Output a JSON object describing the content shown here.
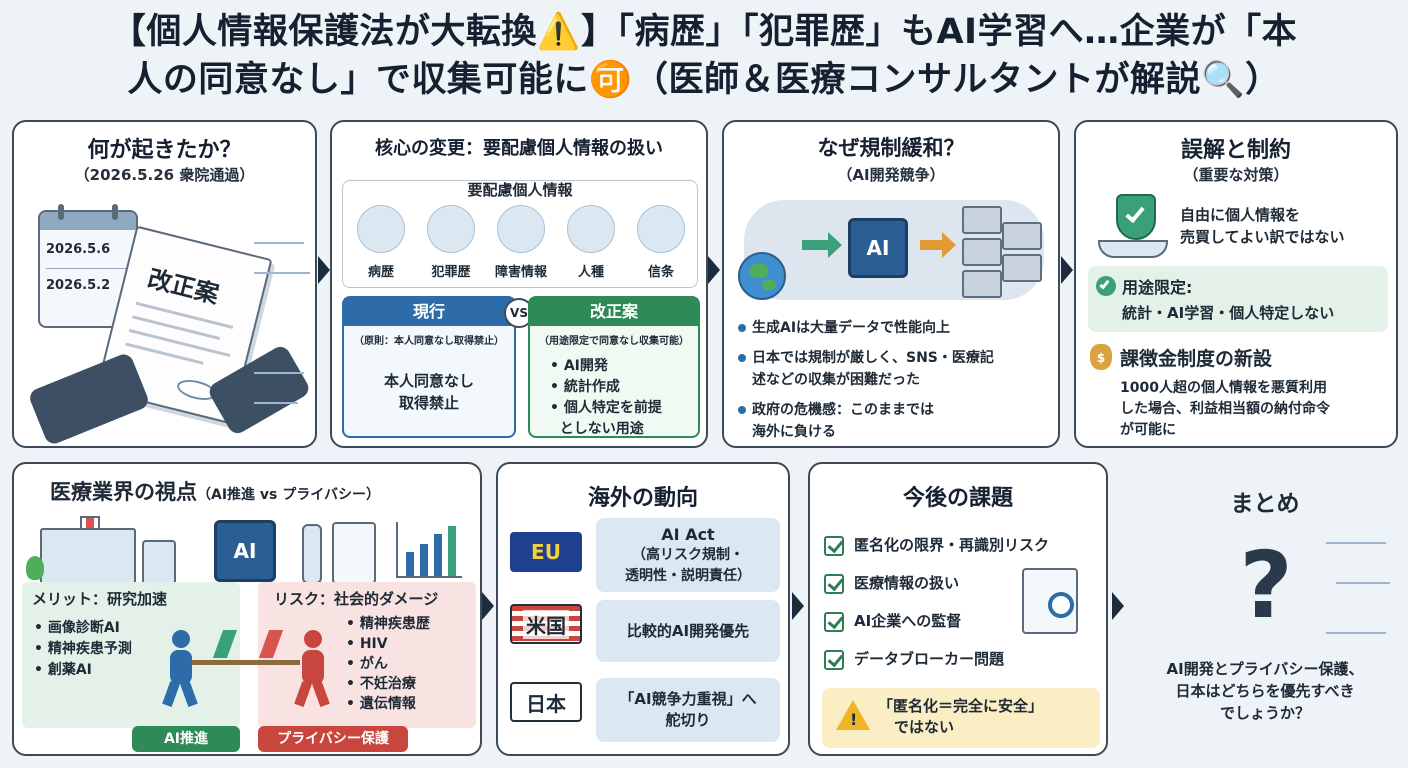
{
  "title": {
    "line1": "【個人情報保護法が大転換⚠️】「病歴」「犯罪歴」もAI学習へ…企業が「本",
    "line2": "人の同意なし」で収集可能に🉑（医師＆医療コンサルタントが解説🔍）"
  },
  "panel1": {
    "title": "何が起きたか？",
    "subtitle": "（2026.5.26 衆院通過）",
    "date1": "2026.5.6",
    "date2": "2026.5.2",
    "doc_label": "改正案"
  },
  "panel2": {
    "title": "核心の変更：要配慮個人情報の扱い",
    "category_header": "要配慮個人情報",
    "categories": [
      "病歴",
      "犯罪歴",
      "障害情報",
      "人種",
      "信条"
    ],
    "current_title": "現行",
    "current_note": "（原則：本人同意なし取得禁止）",
    "current_body": [
      "本人同意なし",
      "取得禁止"
    ],
    "vs": "VS",
    "new_title": "改正案",
    "new_note": "（用途限定で同意なし収集可能）",
    "new_items": [
      "AI開発",
      "統計作成",
      "個人特定を前提",
      "としない用途"
    ]
  },
  "panel3": {
    "title": "なぜ規制緩和？",
    "subtitle": "（AI開発競争）",
    "chip": "AI",
    "bullets": [
      [
        "生成AIは大量データで性能向上"
      ],
      [
        "日本では規制が厳しく、SNS・医療記",
        "述などの収集が困難だった"
      ],
      [
        "政府の危機感：このままでは",
        "海外に負ける"
      ]
    ]
  },
  "panel4": {
    "title": "誤解と制約",
    "subtitle": "（重要な対策）",
    "shield_text": [
      "自由に個人情報を",
      "売買してよい訳ではない"
    ],
    "limit_title": "用途限定:",
    "limit_body": "統計・AI学習・個人特定しない",
    "fine_title": "課徴金制度の新設",
    "fine_body": [
      "1000人超の個人情報を悪質利用",
      "した場合、利益相当額の納付命令",
      "が可能に"
    ]
  },
  "panel5": {
    "title": "医療業界の視点",
    "title_suffix": "（AI推進 vs プライバシー）",
    "chip": "AI",
    "merit_title": "メリット：研究加速",
    "merit_items": [
      "画像診断AI",
      "精神疾患予測",
      "創薬AI"
    ],
    "risk_title": "リスク：社会的ダメージ",
    "risk_items": [
      "精神疾患歴",
      "HIV",
      "がん",
      "不妊治療",
      "遺伝情報"
    ],
    "label_ai": "AI推進",
    "label_privacy": "プライバシー保護"
  },
  "panel6": {
    "title": "海外の動向",
    "rows": [
      {
        "flag": "EU",
        "lines": [
          "AI Act",
          "（高リスク規制・",
          "透明性・説明責任）"
        ]
      },
      {
        "flag": "米国",
        "lines": [
          "比較的AI開発優先"
        ]
      },
      {
        "flag": "日本",
        "lines": [
          "「AI競争力重視」へ",
          "舵切り"
        ]
      }
    ]
  },
  "panel7": {
    "title": "今後の課題",
    "items": [
      "匿名化の限界・再識別リスク",
      "医療情報の扱い",
      "AI企業への監督",
      "データブローカー問題"
    ],
    "warning": [
      "「匿名化＝完全に安全」",
      "ではない"
    ]
  },
  "summary": {
    "title": "まとめ",
    "qmark": "?",
    "question": [
      "AI開発とプライバシー保護、",
      "日本はどちらを優先すべき",
      "でしょうか？"
    ]
  },
  "colors": {
    "accent_blue": "#2d6ca8",
    "accent_green": "#2e8b57",
    "accent_red": "#d9534f",
    "panel_border": "#3c4a5a"
  }
}
